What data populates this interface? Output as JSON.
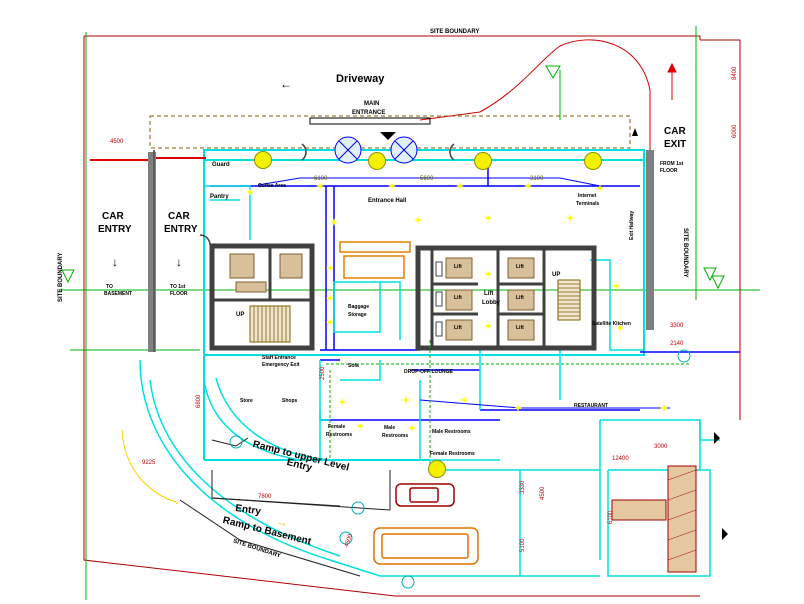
{
  "labels": {
    "site_boundary": "SITE BOUNDARY",
    "driveway": "Driveway",
    "main_entrance_1": "MAIN",
    "main_entrance_2": "ENTRANCE",
    "car_exit_1": "CAR",
    "car_exit_2": "EXIT",
    "from_first_floor_1": "FROM 1st",
    "from_first_floor_2": "FLOOR",
    "car_entry_1": "CAR",
    "car_entry_2": "ENTRY",
    "to_basement_1": "TO",
    "to_basement_2": "BASEMENT",
    "to_first_floor_1": "TO 1st",
    "to_first_floor_2": "FLOOR",
    "guard": "Guard",
    "pantry": "Pantry",
    "coffee_area": "Coffee Area",
    "entrance_hall": "Entrance Hall",
    "internet_terminals_1": "Internet",
    "internet_terminals_2": "Terminals",
    "exit_hallway": "Exit Hallway",
    "lift": "Lift",
    "lift_lobby_1": "Lift",
    "lift_lobby_2": "Lobby",
    "up": "UP",
    "baggage_storage_1": "Baggage",
    "baggage_storage_2": "Storage",
    "satellite_kitchen": "Satellite Kitchen",
    "staff_entrance_1": "Staff Entrance",
    "staff_entrance_2": "Emergency Exit",
    "sofa": "Sofa",
    "drop_off_lounge": "DROP-OFF LOUNGE",
    "store": "Store",
    "shops": "Shops",
    "female_restrooms_1": "Female",
    "female_restrooms_2": "Restrooms",
    "male_restrooms_1": "Male",
    "male_restrooms_2": "Restrooms",
    "male_restrooms_b": "Male Restrooms",
    "female_restrooms_b": "Female Restrooms",
    "restaurant": "RESTAURANT",
    "ramp_upper_1": "Ramp to upper Level",
    "ramp_upper_2": "Entry",
    "entry": "Entry",
    "ramp_basement": "Ramp to Basement"
  },
  "dimensions": {
    "d1": "4500",
    "d2": "6100",
    "d3": "5600",
    "d4": "3100",
    "d5": "3300",
    "d6": "2140",
    "d7": "6800",
    "d8": "9225",
    "d9": "7800",
    "d10": "4500",
    "d11": "3000",
    "d12": "12400",
    "d13": "3330",
    "d14": "4500",
    "d15": "6100",
    "d16": "5100",
    "d17": "8400",
    "d18": "6000",
    "d19": "2500"
  },
  "colors": {
    "cyan": "#00ffff",
    "blue": "#0000ff",
    "green": "#00c000",
    "red": "#e00000",
    "dark_red": "#a00000",
    "gray": "#808080",
    "yellow": "#ffff00",
    "tan": "#d8c09a"
  }
}
